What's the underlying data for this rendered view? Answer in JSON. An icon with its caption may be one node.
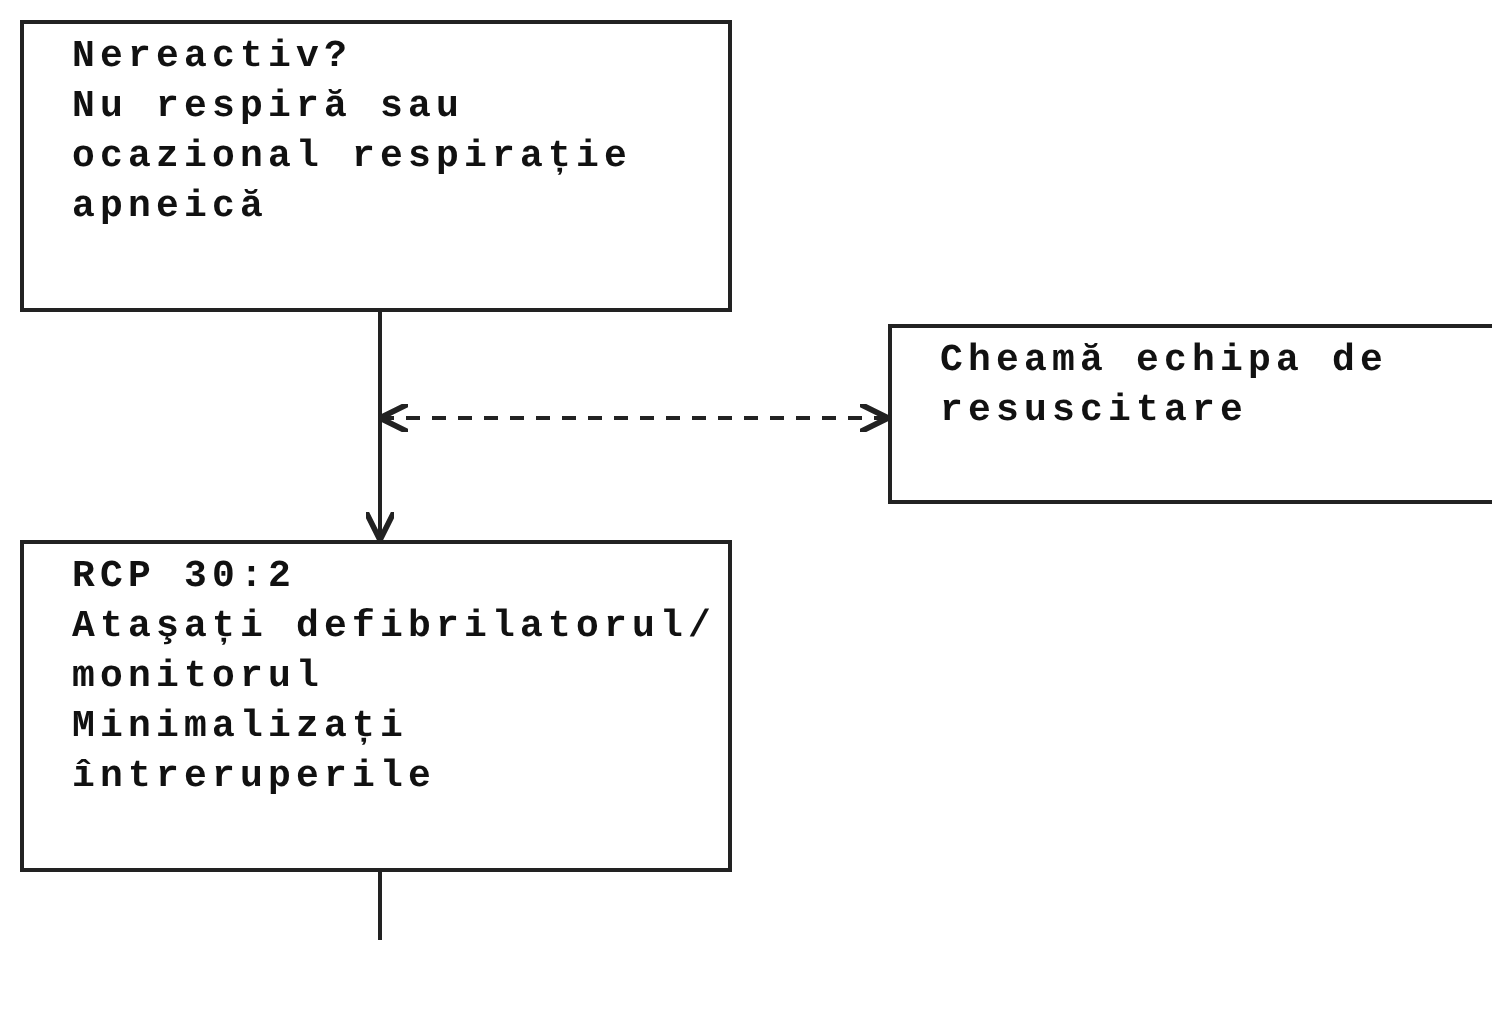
{
  "diagram": {
    "nodes": [
      {
        "text": [
          "Nereactiv?",
          "Nu respiră sau ocazional respirație apneică"
        ]
      },
      {
        "text": [
          "Cheamă echipa de resuscitare"
        ]
      },
      {
        "text": [
          "RCP 30:2",
          "Ataşați defibrilatorul/ monitorul",
          "Minimalizați întreruperile"
        ]
      }
    ],
    "edges": [
      {
        "from": 0,
        "to": 2,
        "arrow": "to"
      },
      {
        "from": null,
        "to": 1,
        "arrow": "both",
        "style": "dashed"
      },
      {
        "from": 2,
        "to": null,
        "arrow": "none"
      }
    ]
  }
}
